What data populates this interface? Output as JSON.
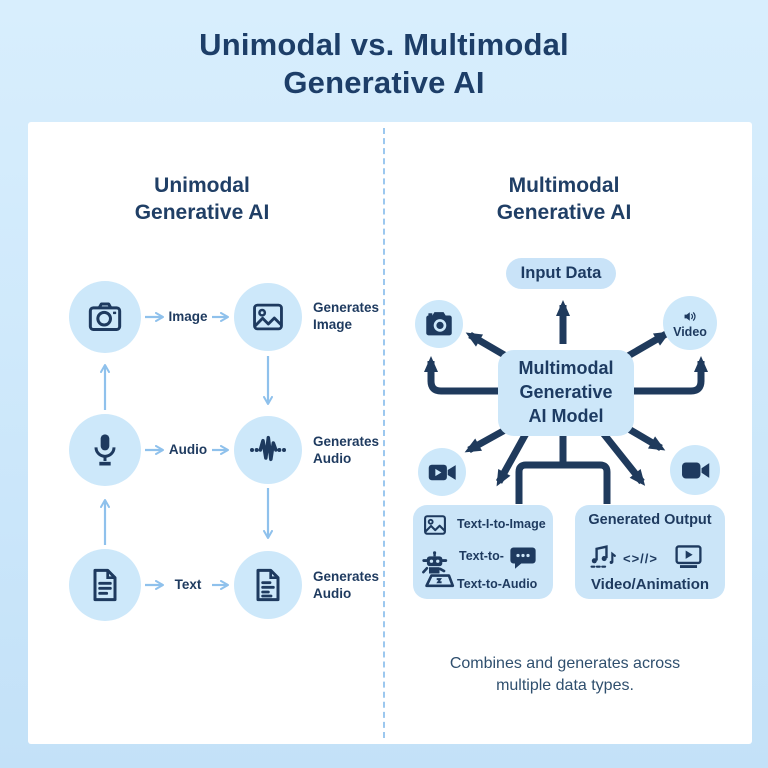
{
  "title": {
    "line1": "Unimodal vs. Multimodal",
    "line2": "Generative AI"
  },
  "left_panel": {
    "heading": {
      "line1": "Unimodal",
      "line2": "Generative AI"
    },
    "rows": [
      {
        "input_icon": "camera-icon",
        "label": "Image",
        "output_icon": "picture-icon",
        "caption": "Generates Image"
      },
      {
        "input_icon": "microphone-icon",
        "label": "Audio",
        "output_icon": "waveform-icon",
        "caption": "Generates Audio"
      },
      {
        "input_icon": "document-icon",
        "label": "Text",
        "output_icon": "document-lines-icon",
        "caption": "Generates Audio"
      }
    ]
  },
  "right_panel": {
    "heading": {
      "line1": "Multimodal",
      "line2": "Generative AI"
    },
    "input_pill": "Input Data",
    "model_box": {
      "line1": "Multimodal",
      "line2": "Generative",
      "line3": "AI Model"
    },
    "video_circle_label": "Video",
    "io_box": {
      "row1": "Text-I-to-Image",
      "row2": "Text-to-",
      "row3": "Text-to-Audio"
    },
    "output_box": {
      "title": "Generated Output",
      "code_glyph": "<>//>",
      "subtitle": "Video/Animation"
    },
    "caption": {
      "line1": "Combines and generates across",
      "line2": "multiple data types."
    }
  },
  "colors": {
    "background": "#cfe9fb",
    "panel": "#ffffff",
    "navy": "#1e3a5f",
    "light_arrow": "#8fc1ec",
    "bubble_fill": "#cde8fa"
  }
}
